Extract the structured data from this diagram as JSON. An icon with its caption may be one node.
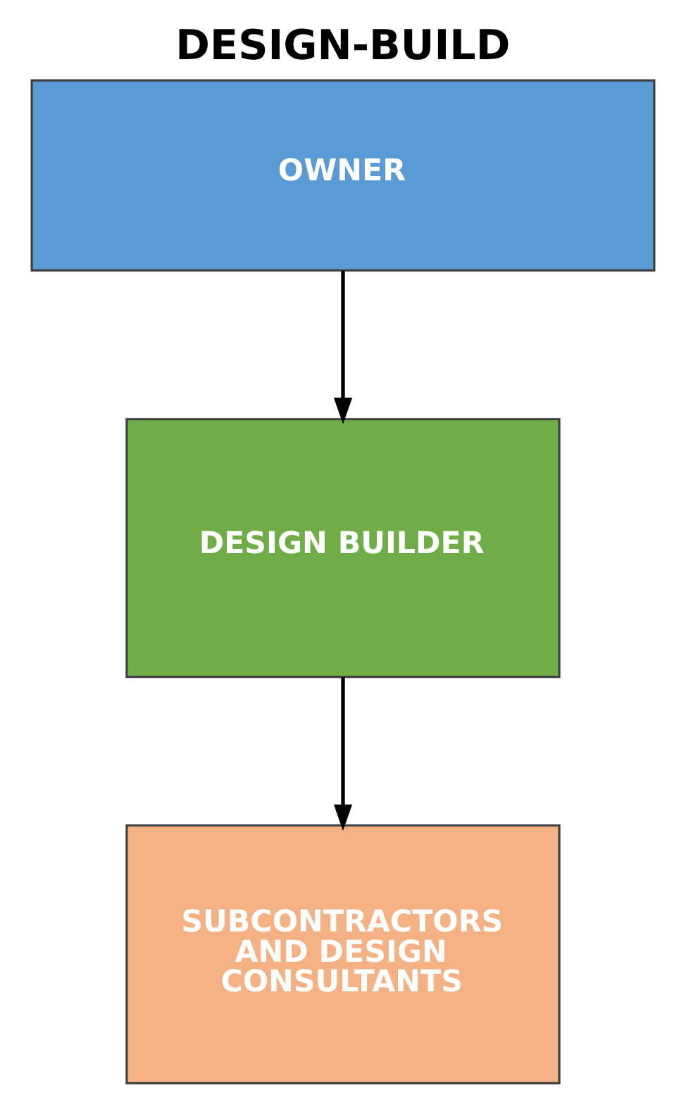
{
  "diagram": {
    "title": "DESIGN-BUILD",
    "nodes": [
      {
        "text": [
          "OWNER"
        ]
      },
      {
        "text": [
          "DESIGN BUILDER"
        ]
      },
      {
        "text": [
          "SUBCONTRACTORS AND DESIGN CONSULTANTS"
        ]
      }
    ],
    "edges": [
      {
        "from": 0,
        "to": 1,
        "arrow": "to"
      },
      {
        "from": 1,
        "to": 2,
        "arrow": "to"
      }
    ]
  }
}
